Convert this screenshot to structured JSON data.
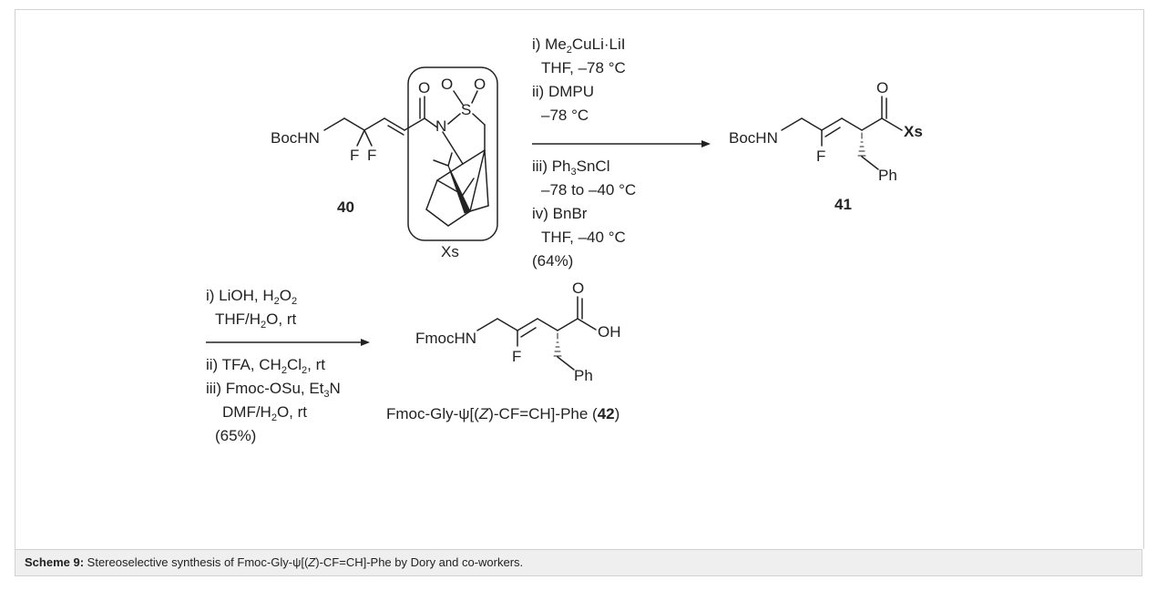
{
  "compound_40": {
    "label": "40",
    "boc": "BocHN",
    "f1": "F",
    "f2": "F",
    "o_carbonyl": "O",
    "n": "N",
    "s": "S",
    "o_s1": "O",
    "o_s2": "O",
    "xs": "Xs"
  },
  "step1": {
    "r1a": "i) Me",
    "r1sub": "2",
    "r1b": "CuLi·LiI",
    "r2": "THF, –78 °C",
    "r3": "ii) DMPU",
    "r4": "–78 °C",
    "r5a": "iii) Ph",
    "r5sub": "3",
    "r5b": "SnCl",
    "r6": "–78 to –40 °C",
    "r7": "iv) BnBr",
    "r8": "THF, –40 °C",
    "r9": "(64%)"
  },
  "compound_41": {
    "label": "41",
    "boc": "BocHN",
    "f": "F",
    "o": "O",
    "xs": "Xs",
    "ph": "Ph"
  },
  "step2": {
    "r1a": "i) LiOH, H",
    "r1s1": "2",
    "r1b": "O",
    "r1s2": "2",
    "r2a": "THF/H",
    "r2s": "2",
    "r2b": "O, rt",
    "r3a": "ii) TFA, CH",
    "r3s1": "2",
    "r3b": "Cl",
    "r3s2": "2",
    "r3c": ", rt",
    "r4a": "iii) Fmoc-OSu, Et",
    "r4s": "3",
    "r4b": "N",
    "r5a": "DMF/H",
    "r5s": "2",
    "r5b": "O, rt",
    "r6": "(65%)"
  },
  "compound_42": {
    "fmoc": "FmocHN",
    "f": "F",
    "o": "O",
    "oh": "OH",
    "ph": "Ph",
    "name_a": "Fmoc-Gly-ψ[(",
    "name_z": "Z",
    "name_b": ")-CF=CH]-Phe (",
    "name_num": "42",
    "name_c": ")"
  },
  "caption": {
    "label": "Scheme 9:",
    "text_a": " Stereoselective synthesis of Fmoc-Gly-ψ[(",
    "text_z": "Z",
    "text_b": ")-CF=CH]-Phe by Dory and co-workers."
  }
}
